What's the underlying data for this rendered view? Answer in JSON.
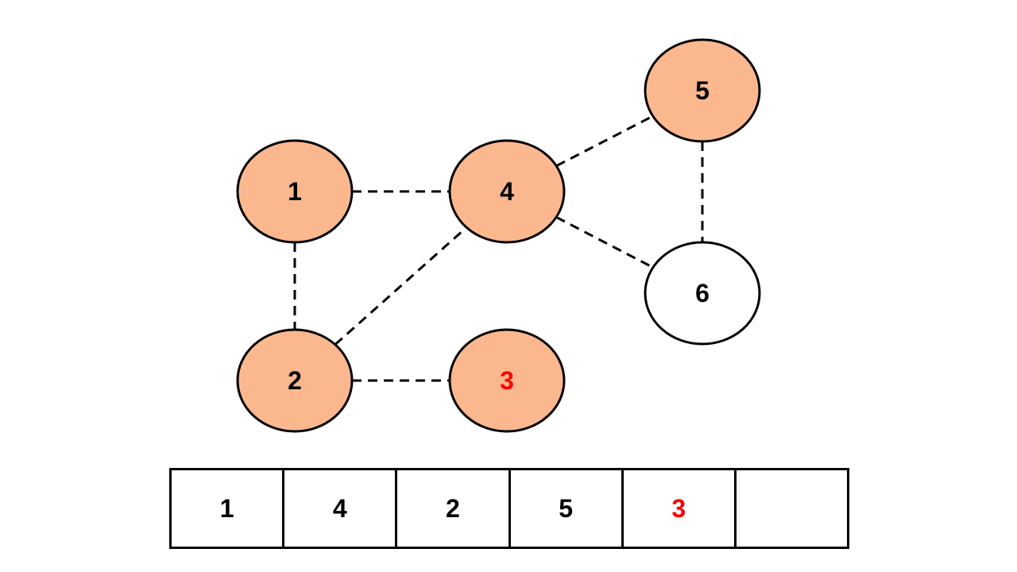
{
  "graph": {
    "visited_fill": "#FBB88E",
    "unvisited_fill": "#FFFFFF",
    "stroke": "#000000",
    "highlight_text": "#FF0000",
    "default_text": "#000000",
    "nodes": [
      {
        "id": "1",
        "label": "1",
        "visited": true,
        "highlight": false
      },
      {
        "id": "2",
        "label": "2",
        "visited": true,
        "highlight": false
      },
      {
        "id": "3",
        "label": "3",
        "visited": true,
        "highlight": true
      },
      {
        "id": "4",
        "label": "4",
        "visited": true,
        "highlight": false
      },
      {
        "id": "5",
        "label": "5",
        "visited": true,
        "highlight": false
      },
      {
        "id": "6",
        "label": "6",
        "visited": false,
        "highlight": false
      }
    ],
    "edges": [
      [
        "1",
        "4"
      ],
      [
        "1",
        "2"
      ],
      [
        "2",
        "4"
      ],
      [
        "2",
        "3"
      ],
      [
        "4",
        "5"
      ],
      [
        "4",
        "6"
      ],
      [
        "5",
        "6"
      ]
    ]
  },
  "queue": {
    "cells": [
      {
        "value": "1",
        "highlight": false
      },
      {
        "value": "4",
        "highlight": false
      },
      {
        "value": "2",
        "highlight": false
      },
      {
        "value": "5",
        "highlight": false
      },
      {
        "value": "3",
        "highlight": true
      },
      {
        "value": "",
        "highlight": false
      }
    ]
  }
}
